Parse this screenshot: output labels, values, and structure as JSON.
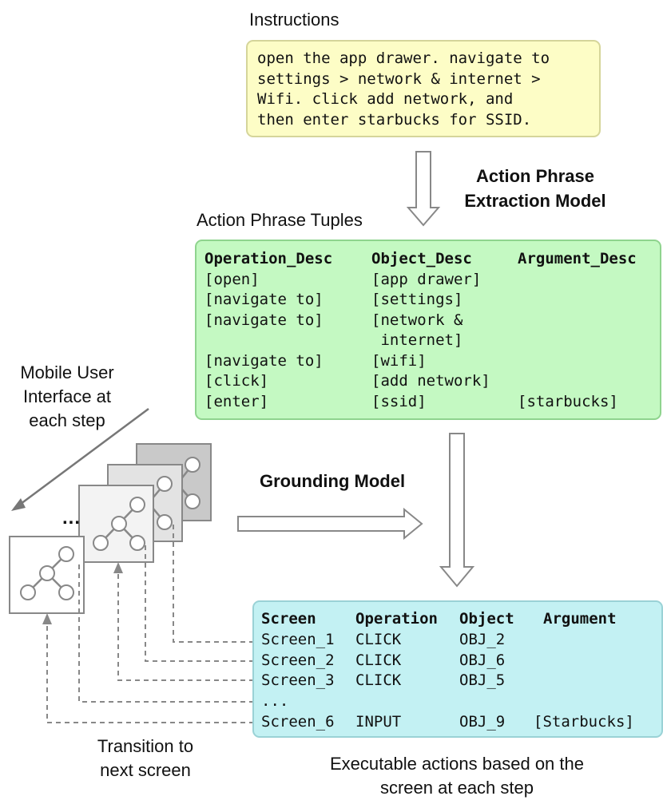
{
  "instructions": {
    "title": "Instructions",
    "lines": [
      "open the app drawer. navigate to",
      "settings > network & internet >",
      "Wifi. click add network, and",
      "then enter starbucks for SSID."
    ]
  },
  "action_phrase_model": {
    "line1": "Action Phrase",
    "line2": "Extraction Model"
  },
  "tuples": {
    "title": "Action Phrase Tuples",
    "headers": [
      "Operation_Desc",
      "Object_Desc",
      "Argument_Desc"
    ],
    "rows": [
      {
        "op": "[open]",
        "obj": "[app drawer]",
        "arg": ""
      },
      {
        "op": "[navigate to]",
        "obj": "[settings]",
        "arg": ""
      },
      {
        "op": "[navigate to]",
        "obj": "[network &",
        "arg": ""
      },
      {
        "op": "",
        "obj": " internet]",
        "arg": ""
      },
      {
        "op": "[navigate to]",
        "obj": "[wifi]",
        "arg": ""
      },
      {
        "op": "[click]",
        "obj": "[add network]",
        "arg": ""
      },
      {
        "op": "[enter]",
        "obj": "[ssid]",
        "arg": "[starbucks]"
      }
    ]
  },
  "mobile_ui": {
    "line1": "Mobile User",
    "line2": "Interface at",
    "line3": "each step"
  },
  "grounding_model": "Grounding Model",
  "ellipsis": "...",
  "actions": {
    "headers": [
      "Screen",
      "Operation",
      "Object",
      "Argument"
    ],
    "rows": [
      {
        "screen": "Screen_1",
        "op": "CLICK",
        "obj": "OBJ_2",
        "arg": ""
      },
      {
        "screen": "Screen_2",
        "op": "CLICK",
        "obj": "OBJ_6",
        "arg": ""
      },
      {
        "screen": "Screen_3",
        "op": "CLICK",
        "obj": "OBJ_5",
        "arg": ""
      },
      {
        "screen": "...",
        "op": "",
        "obj": "",
        "arg": ""
      },
      {
        "screen": "Screen_6",
        "op": "INPUT",
        "obj": "OBJ_9",
        "arg": "[Starbucks]"
      }
    ]
  },
  "transition": {
    "line1": "Transition to",
    "line2": "next screen"
  },
  "executable": {
    "line1": "Executable actions based on the",
    "line2": "screen at each step"
  }
}
